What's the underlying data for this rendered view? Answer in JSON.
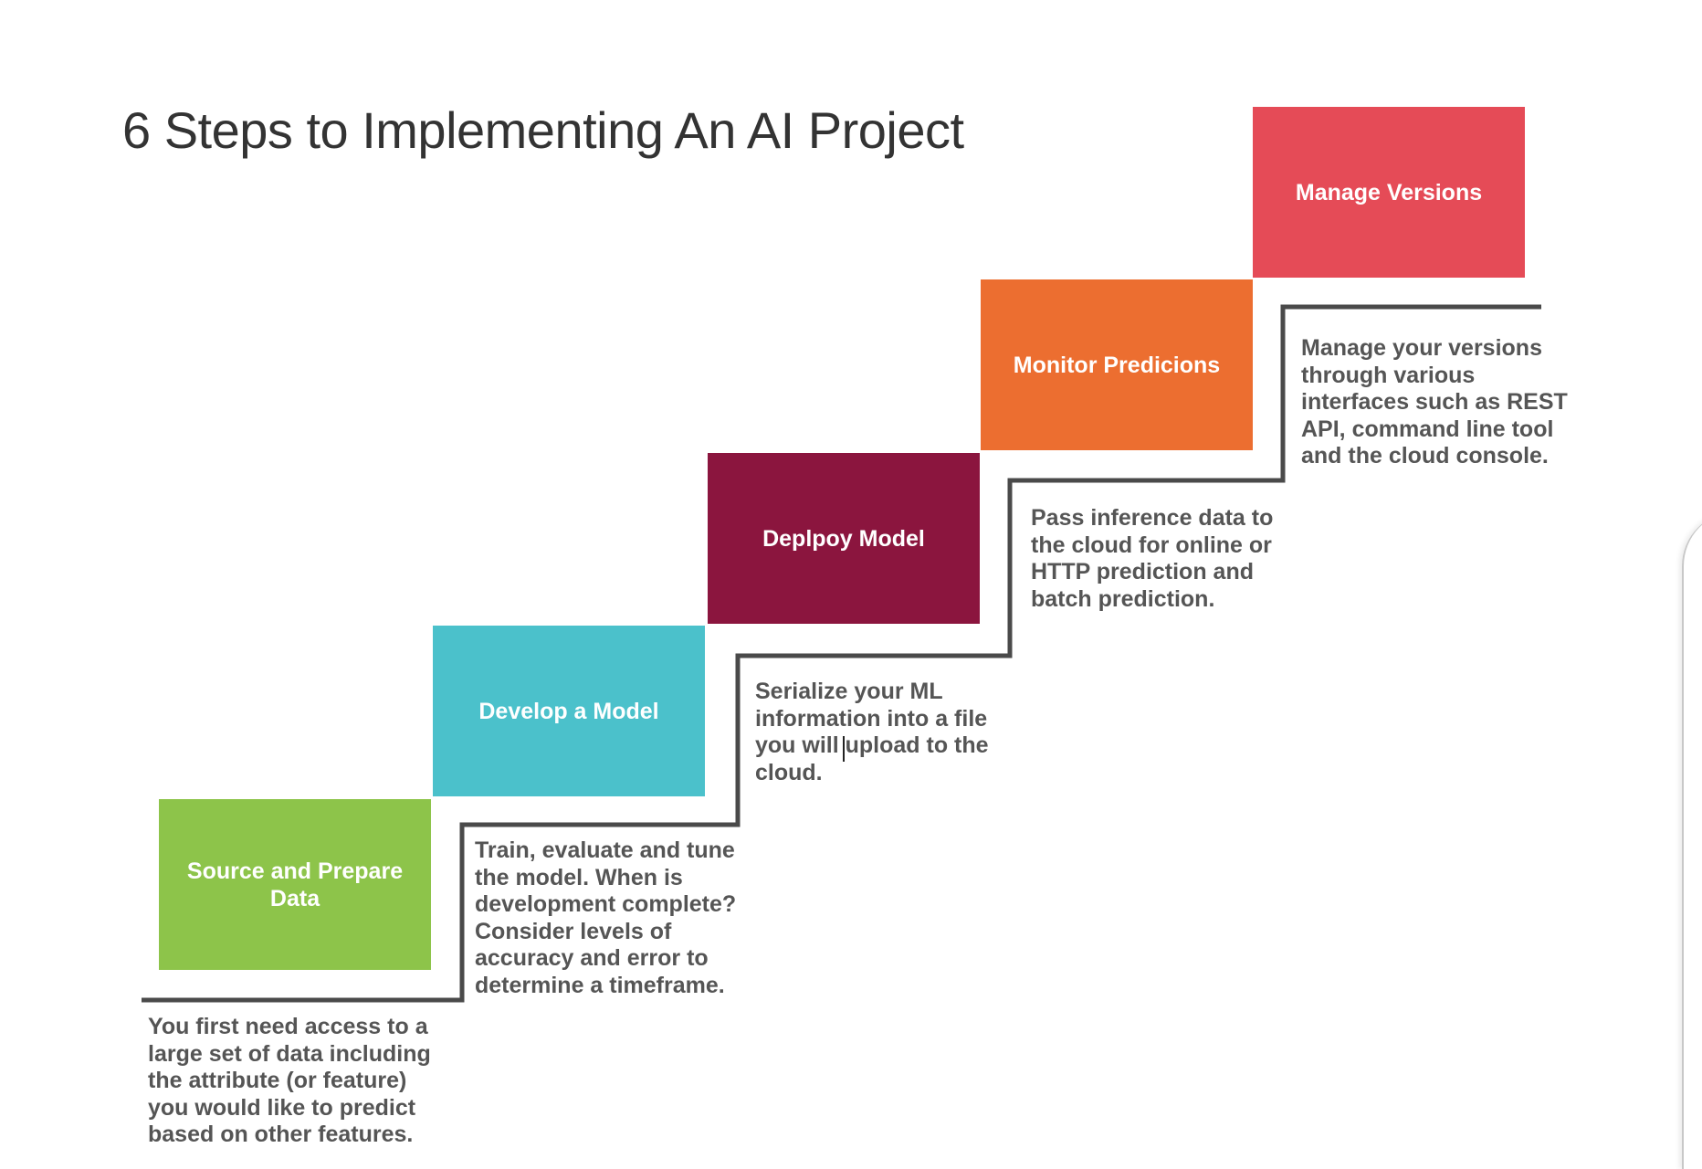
{
  "title": "6 Steps to Implementing An AI Project",
  "steps": [
    {
      "label": "Source and Prepare Data",
      "color": "#8DC44A",
      "description": "You first need access to a large set of data including the attribute (or feature) you would like to predict based on other features."
    },
    {
      "label": "Develop a Model",
      "color": "#4BC1CB",
      "description": "Train, evaluate and tune the model. When is development  complete? Consider levels of accuracy and error to determine a timeframe."
    },
    {
      "label": "Deplpoy Model",
      "color": "#8B153E",
      "description": "Serialize your ML information into a file you will upload to the cloud."
    },
    {
      "label": "Monitor Predicions",
      "color": "#EC6E30",
      "description": "Pass inference data to the cloud for online or HTTP prediction and batch prediction."
    },
    {
      "label": "Manage Versions",
      "color": "#E54B57",
      "description": "Manage your versions through various interfaces such as REST API, command line tool and the cloud console."
    }
  ],
  "stair_color": "#4a4a4a"
}
